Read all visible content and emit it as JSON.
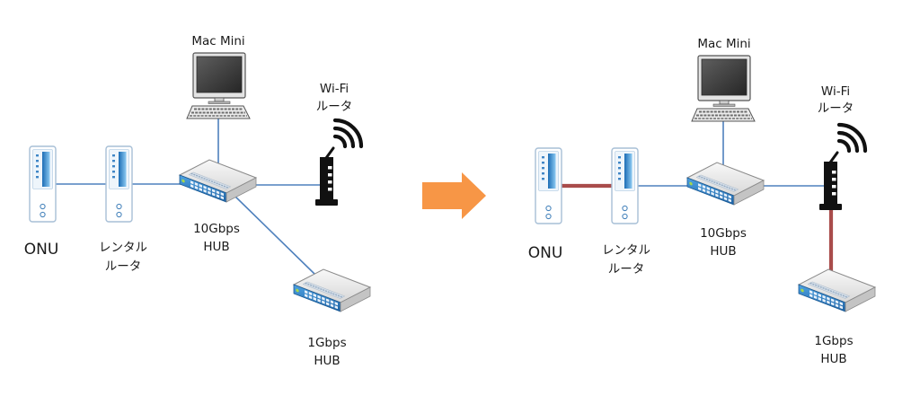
{
  "before": {
    "mac_mini_label": "Mac Mini",
    "wifi_router_label": [
      "Wi-Fi",
      "ルータ"
    ],
    "onu_label": "ONU",
    "rental_router_label": [
      "レンタル",
      "ルータ"
    ],
    "hub_10g_label": [
      "10Gbps",
      "HUB"
    ],
    "hub_1g_label": [
      "1Gbps",
      "HUB"
    ]
  },
  "after": {
    "mac_mini_label": "Mac Mini",
    "wifi_router_label": [
      "Wi-Fi",
      "ルータ"
    ],
    "onu_label": "ONU",
    "rental_router_label": [
      "レンタル",
      "ルータ"
    ],
    "hub_10g_label": [
      "10Gbps",
      "HUB"
    ],
    "hub_1g_label": [
      "1Gbps",
      "HUB"
    ]
  },
  "colors": {
    "link": "#4f81bd",
    "highlight_link": "#a94c4b",
    "arrow": "#f79646"
  },
  "icons": {
    "mac_mini": "desktop-computer-icon",
    "wifi_router": "wifi-router-icon",
    "onu": "onu-device-icon",
    "rental_router": "router-device-icon",
    "hub": "network-switch-icon",
    "transition": "arrow-right-icon"
  }
}
